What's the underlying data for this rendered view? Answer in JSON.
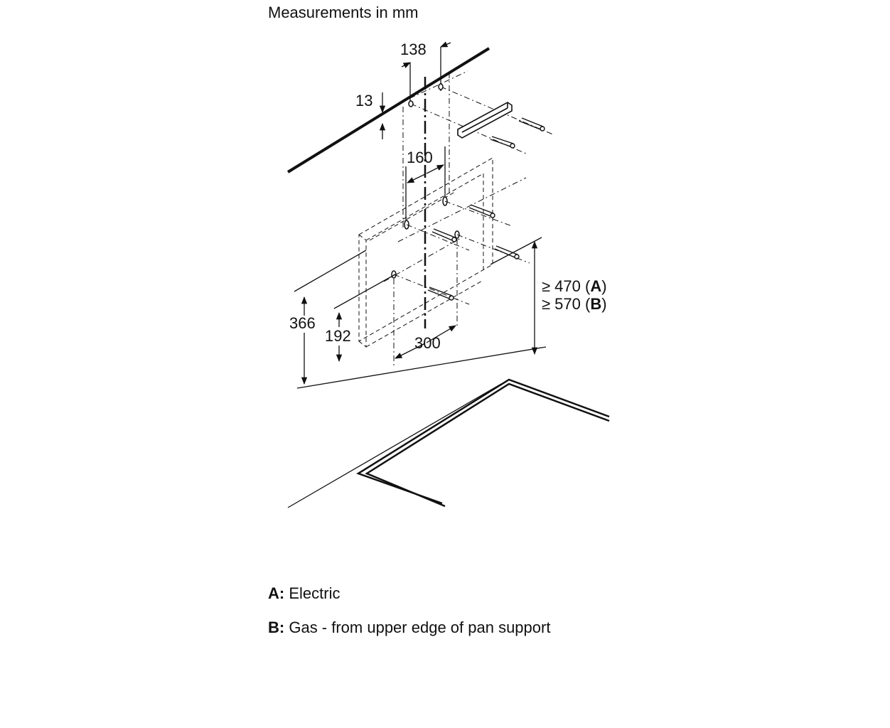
{
  "title": "Measurements in mm",
  "dimensions": {
    "d138": "138",
    "d13": "13",
    "d160": "160",
    "d366": "366",
    "d192": "192",
    "d300": "300",
    "clearance_a": "≥ 470 (",
    "clearance_a_key": "A",
    "clearance_b": "≥ 570 (",
    "clearance_b_key": "B",
    "close_paren": ")"
  },
  "legend": [
    {
      "key": "A:",
      "text": "Electric"
    },
    {
      "key": "B:",
      "text": "Gas - from upper edge of pan support"
    }
  ]
}
